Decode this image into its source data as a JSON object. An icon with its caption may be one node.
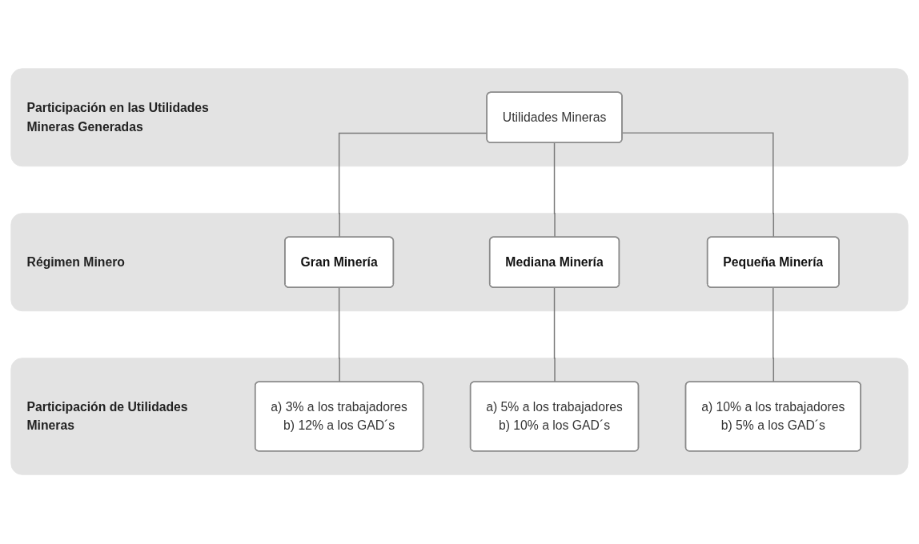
{
  "diagram": {
    "nodes": [
      {
        "text": [
          "Participación en las Utilidades Mineras Generadas"
        ]
      },
      {
        "text": [
          "Utilidades Mineras"
        ],
        "in": 0
      },
      {
        "text": [
          "Régimen Minero"
        ]
      },
      {
        "text": [
          "Gran Minería"
        ],
        "in": 2
      },
      {
        "text": [
          "Mediana Minería"
        ],
        "in": 2
      },
      {
        "text": [
          "Pequeña Minería"
        ],
        "in": 2
      },
      {
        "text": [
          "Participación de Utilidades Mineras"
        ]
      },
      {
        "text": [
          "a) 3% a los trabajadores",
          "b) 12% a los GAD´s"
        ],
        "in": 6
      },
      {
        "text": [
          "a) 5% a los trabajadores",
          "b) 10% a los GAD´s"
        ],
        "in": 6
      },
      {
        "text": [
          "a) 10% a los trabajadores",
          "b) 5% a los GAD´s"
        ],
        "in": 6
      }
    ],
    "edges": [
      {
        "from": 1,
        "to": 3,
        "arrow": "none"
      },
      {
        "from": 1,
        "to": 4,
        "arrow": "none"
      },
      {
        "from": 1,
        "to": 5,
        "arrow": "none"
      },
      {
        "from": 3,
        "to": 7,
        "arrow": "none"
      },
      {
        "from": 4,
        "to": 8,
        "arrow": "none"
      },
      {
        "from": 5,
        "to": 9,
        "arrow": "none"
      }
    ]
  }
}
